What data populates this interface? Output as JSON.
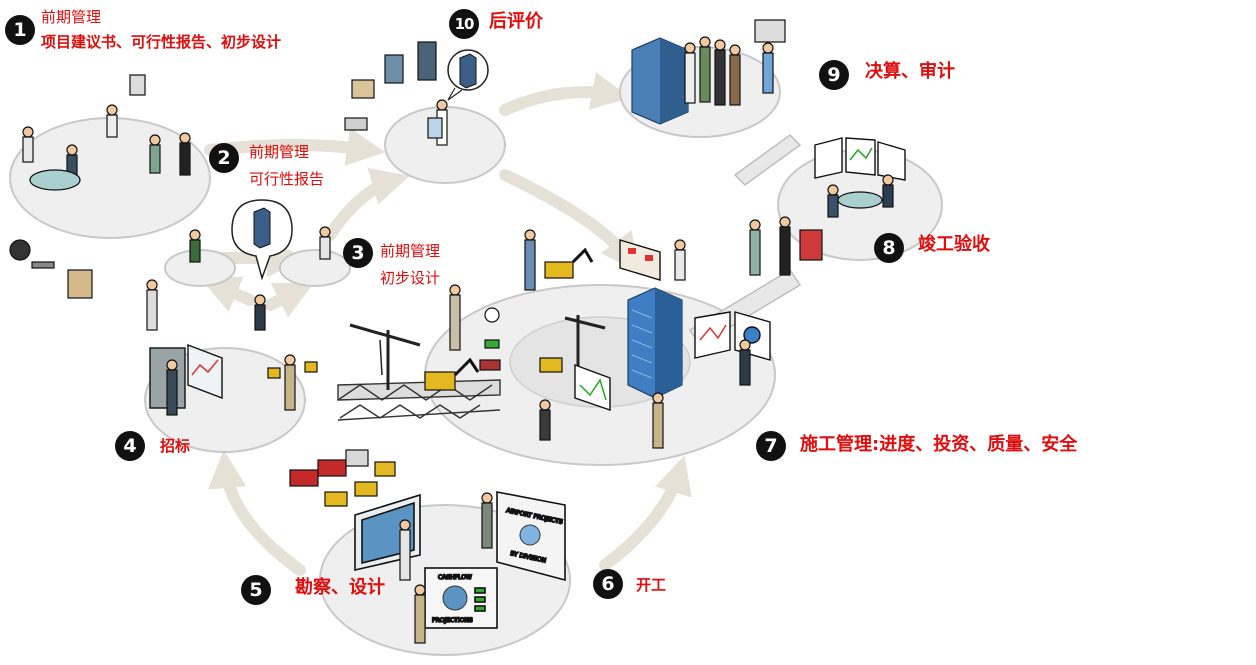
{
  "stages": [
    {
      "number": "1",
      "line1": "前期管理",
      "line2": "项目建议书、可行性报告、初步设计"
    },
    {
      "number": "2",
      "line1": "前期管理",
      "line2": "可行性报告"
    },
    {
      "number": "3",
      "line1": "前期管理",
      "line2": "初步设计"
    },
    {
      "number": "4",
      "line1": "招标"
    },
    {
      "number": "5",
      "line1": "勘察、设计"
    },
    {
      "number": "6",
      "line1": "开工"
    },
    {
      "number": "7",
      "line1": "施工管理:进度、投资、质量、安全"
    },
    {
      "number": "8",
      "line1": "竣工验收"
    },
    {
      "number": "9",
      "line1": "决算、审计"
    },
    {
      "number": "10",
      "line1": "后评价"
    }
  ],
  "screens": {
    "airport_title": "AIRPORT PROJECTS",
    "airport_sub": "BY DIVISION",
    "cashflow_title": "CASHFLOW",
    "cashflow_sub": "PROJECTIONS"
  },
  "colors": {
    "label": "#e10d0d",
    "badge": "#111111",
    "arrow": "#e6e1d6",
    "platform": "#ececec"
  }
}
